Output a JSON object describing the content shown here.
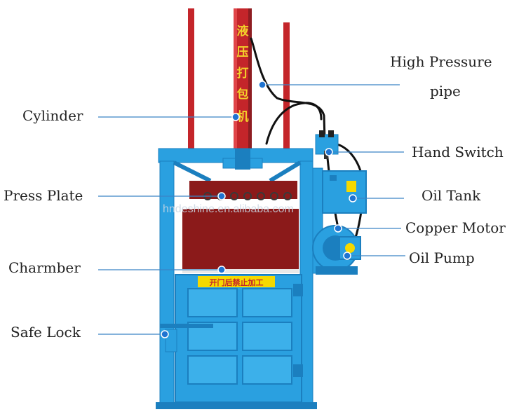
{
  "colors": {
    "frame_blue": "#2aa0e0",
    "frame_blue_dark": "#1b7fbf",
    "cylinder_red": "#c4252a",
    "cylinder_red_dark": "#8e1d21",
    "chamber_red": "#8b1a1a",
    "leader_line": "#3b84c5",
    "dot": "#1f74d1",
    "hose": "#111111",
    "sign_yellow": "#f5d900",
    "cylinder_text": "#f2d22a",
    "watermark": "#c9d6e3"
  },
  "labels": {
    "cylinder": "Cylinder",
    "press_plate": "Press Plate",
    "chamber": "Charmber",
    "safe_lock": "Safe Lock",
    "high_pressure_line1": "High Pressure",
    "high_pressure_line2": "pipe",
    "hand_switch": "Hand Switch",
    "oil_tank": "Oil Tank",
    "copper_motor": "Copper Motor",
    "oil_pump": "Oil Pump"
  },
  "machine_text": {
    "cylinder_chars": [
      "液",
      "压",
      "打",
      "包",
      "机"
    ],
    "door_sign": "开门后禁止加工",
    "watermark": "hndeshine.en.alibaba.com"
  }
}
